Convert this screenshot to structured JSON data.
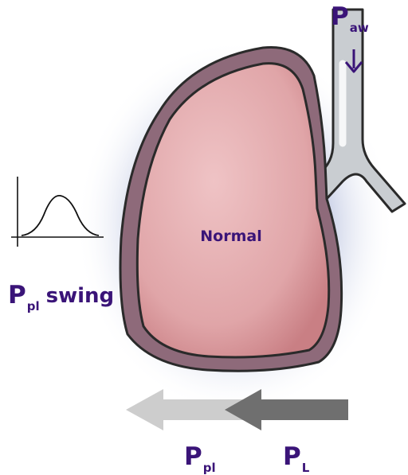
{
  "labels": {
    "paw_main": "P",
    "paw_sub": "aw",
    "swing_main": "P",
    "swing_sub": "pl",
    "swing_word": "swing",
    "normal": "Normal",
    "ppl_main": "P",
    "ppl_sub": "pl",
    "pl_main": "P",
    "pl_sub": "L"
  },
  "colors": {
    "label_text": "#3a1478",
    "lung_fill": "#dfa6a9",
    "pleura_fill": "#8e6a7a",
    "airway_fill": "#c9cdd1",
    "arrow_dark": "#6f6f6f",
    "arrow_light": "#cdcdcd",
    "halo": "#b9c2de"
  },
  "icons": {
    "airway_pressure_arrow": "arrow-down-icon",
    "pressure_curve": "bell-curve-icon"
  }
}
